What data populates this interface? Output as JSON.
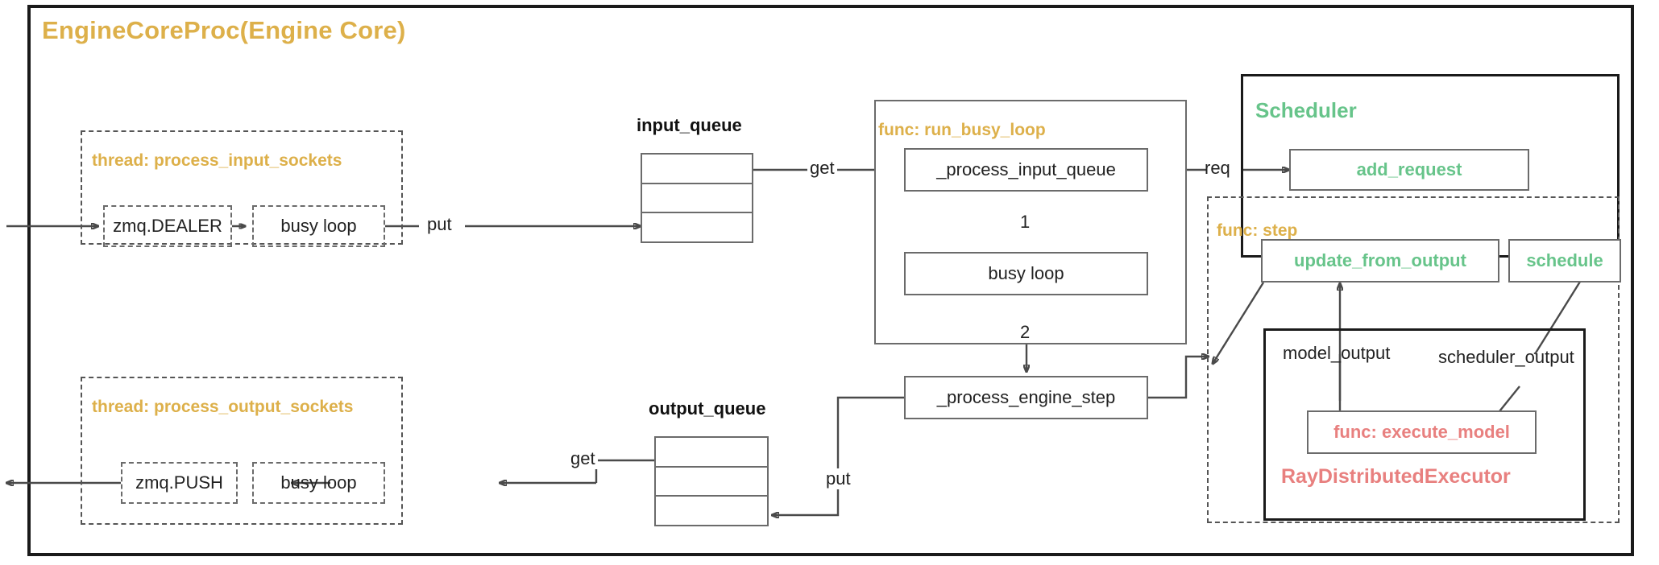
{
  "diagram": {
    "title": "EngineCoreProc(Engine Core)",
    "outer_border_color": "#1a1a1a",
    "accent_gold": "#ddb04a",
    "accent_green": "#67c48a",
    "accent_red": "#e8807f"
  },
  "threads": {
    "input": {
      "label": "thread: process_input_sockets",
      "nodes": [
        {
          "label": "zmq.DEALER"
        },
        {
          "label": "busy loop"
        }
      ]
    },
    "output": {
      "label": "thread: process_output_sockets",
      "nodes": [
        {
          "label": "zmq.PUSH"
        },
        {
          "label": "busy loop"
        }
      ]
    }
  },
  "queues": {
    "input": {
      "title": "input_queue",
      "rows": 3
    },
    "output": {
      "title": "output_queue",
      "rows": 3
    }
  },
  "busy_loop_func": {
    "label": "func: run_busy_loop",
    "nodes": [
      {
        "label": "_process_input_queue"
      },
      {
        "label": "busy loop"
      },
      {
        "label": "_process_engine_step"
      }
    ],
    "step_markers": [
      "1",
      "2"
    ]
  },
  "scheduler": {
    "title": "Scheduler",
    "add_request": "add_request",
    "step": {
      "label": "func: step",
      "nodes": [
        {
          "label": "update_from_output"
        },
        {
          "label": "schedule"
        }
      ]
    }
  },
  "executor": {
    "title": "RayDistributedExecutor",
    "execute_model": "func: execute_model",
    "ports": [
      {
        "label": "model_output"
      },
      {
        "label": "scheduler_output"
      }
    ]
  },
  "edge_labels": {
    "put_input": "put",
    "get_input": "get",
    "req": "req",
    "get_output": "get",
    "put_output": "put"
  }
}
